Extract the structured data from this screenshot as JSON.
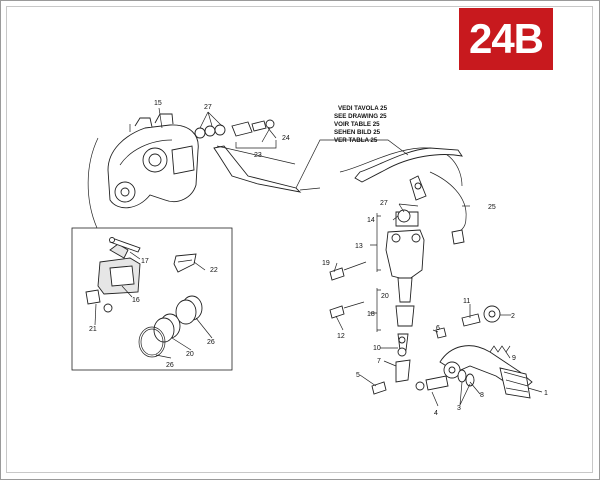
{
  "badge": "24B",
  "reference_note": [
    "VEDI TAVOLA 25",
    "SEE DRAWING 25",
    "VOIR TABLE 25",
    "SEHEN BILD 25",
    "VER TABLA 25"
  ],
  "callouts": {
    "c1": "1",
    "c2": "2",
    "c3": "3",
    "c4": "4",
    "c5": "5",
    "c6": "6",
    "c7": "7",
    "c8": "8",
    "c9": "9",
    "c10": "10",
    "c11": "11",
    "c12": "12",
    "c13": "13",
    "c14": "14",
    "c15": "15",
    "c16": "16",
    "c17": "17",
    "c18": "18",
    "c19": "19",
    "c20": "20",
    "c20b": "20",
    "c21": "21",
    "c22": "22",
    "c23": "23",
    "c24": "24",
    "c25": "25",
    "c26": "26",
    "c26b": "26",
    "c27": "27",
    "c27b": "27"
  }
}
